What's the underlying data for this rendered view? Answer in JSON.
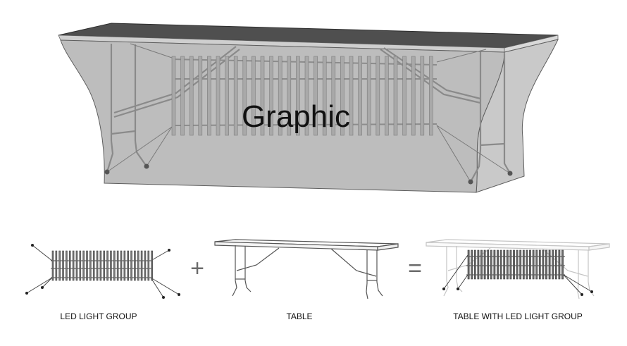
{
  "main_illustration": {
    "graphic_label": "Graphic",
    "colors": {
      "cover": "#bdbdbd",
      "cover_top": "#4f4f4f",
      "frame": "#8a8a8a",
      "outline": "#3a3a3a"
    }
  },
  "equation": {
    "plus": "+",
    "equals": "=",
    "items": [
      {
        "caption": "LED LIGHT GROUP",
        "icon": "led-light-group-icon"
      },
      {
        "caption": "TABLE",
        "icon": "folding-table-icon"
      },
      {
        "caption": "TABLE WITH LED LIGHT GROUP",
        "icon": "table-with-led-light-group-icon"
      }
    ]
  }
}
